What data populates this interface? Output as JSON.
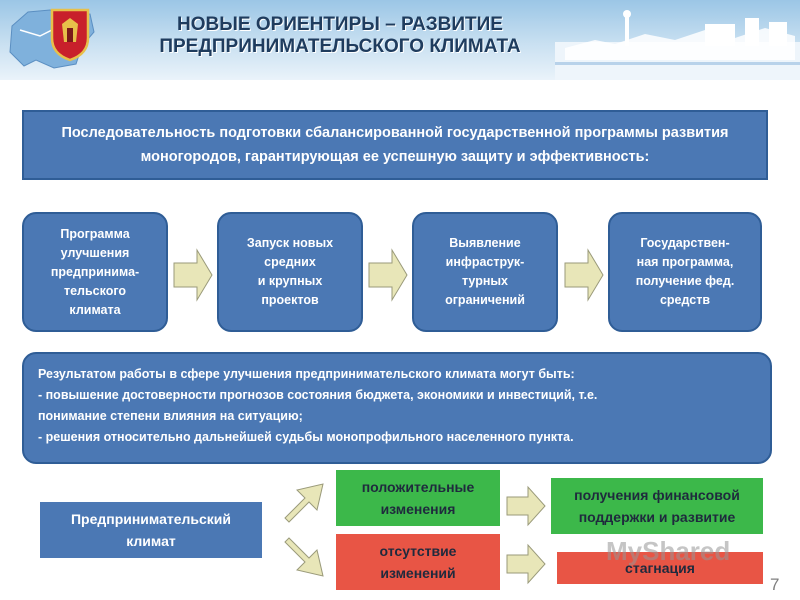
{
  "header": {
    "title_line1": "НОВЫЕ ОРИЕНТИРЫ – РАЗВИТИЕ",
    "title_line2": "ПРЕДПРИНИМАТЕЛЬСКОГО КЛИМАТА"
  },
  "intro": "Последовательность подготовки сбалансированной государственной программы развития моногородов, гарантирующая ее успешную защиту и эффективность:",
  "steps": [
    "Программа\nулучшения\nпредпринима-\nтельского\nклимата",
    "Запуск новых\nсредних\nи крупных\nпроектов",
    "Выявление\nинфраструк-\nтурных\nограничений",
    "Государствен-\nная программа,\nполучение фед.\nсредств"
  ],
  "result": {
    "line1": "Результатом работы в сфере улучшения предпринимательского климата могут быть:",
    "line2": "- повышение достоверности прогнозов состояния бюджета, экономики и инвестиций, т.е.",
    "line3": "понимание степени влияния на ситуацию;",
    "line4": "- решения относительно дальнейшей судьбы монопрофильного населенного пункта."
  },
  "outcomes": {
    "climate": "Предпринимательский\nклимат",
    "positive": "положительные\nизменения",
    "none": "отсутствие\nизменений",
    "support": "получения финансовой\nподдержки и развитие",
    "stagnation": "стагнация"
  },
  "watermark": "MyShared",
  "page_number": "7",
  "colors": {
    "blue_box": "#4b78b4",
    "green_box": "#3cb84a",
    "red_box": "#e85545",
    "arrow": "#e8e6b8"
  }
}
